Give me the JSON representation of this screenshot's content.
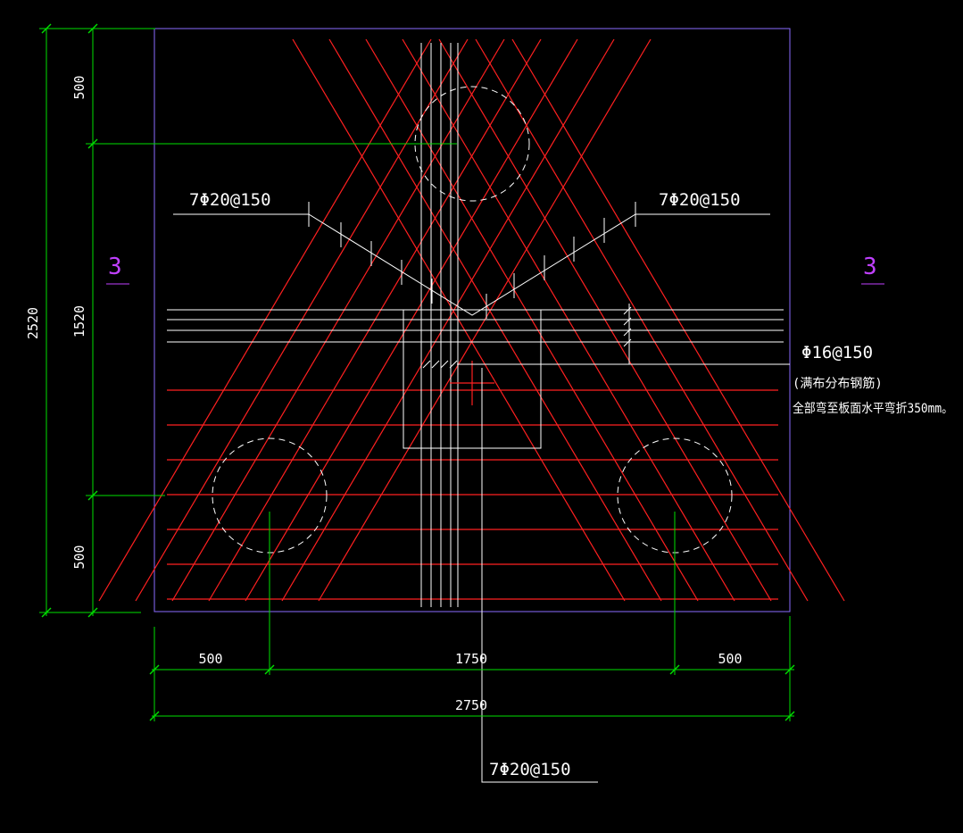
{
  "dimensions": {
    "left_total": "2520",
    "left_top": "500",
    "left_middle": "1520",
    "left_bottom": "500",
    "bottom_left": "500",
    "bottom_middle": "1750",
    "bottom_right": "500",
    "bottom_total": "2750"
  },
  "labels": {
    "rebar_top_left": "7Φ20@150",
    "rebar_top_right": "7Φ20@150",
    "rebar_bottom": "7Φ20@150",
    "rebar_horizontal": "Φ16@150",
    "rebar_horizontal_note1": "(满布分布钢筋)",
    "rebar_horizontal_note2": "全部弯至板面水平弯折350mm。"
  },
  "section_marks": {
    "left": "3",
    "right": "3"
  },
  "colors": {
    "background": "#000000",
    "rebar_red": "#ff2020",
    "dimension_green": "#00e000",
    "outline_purple": "#8a6cff",
    "section_mark": "#c040ff",
    "text_white": "#ffffff"
  }
}
